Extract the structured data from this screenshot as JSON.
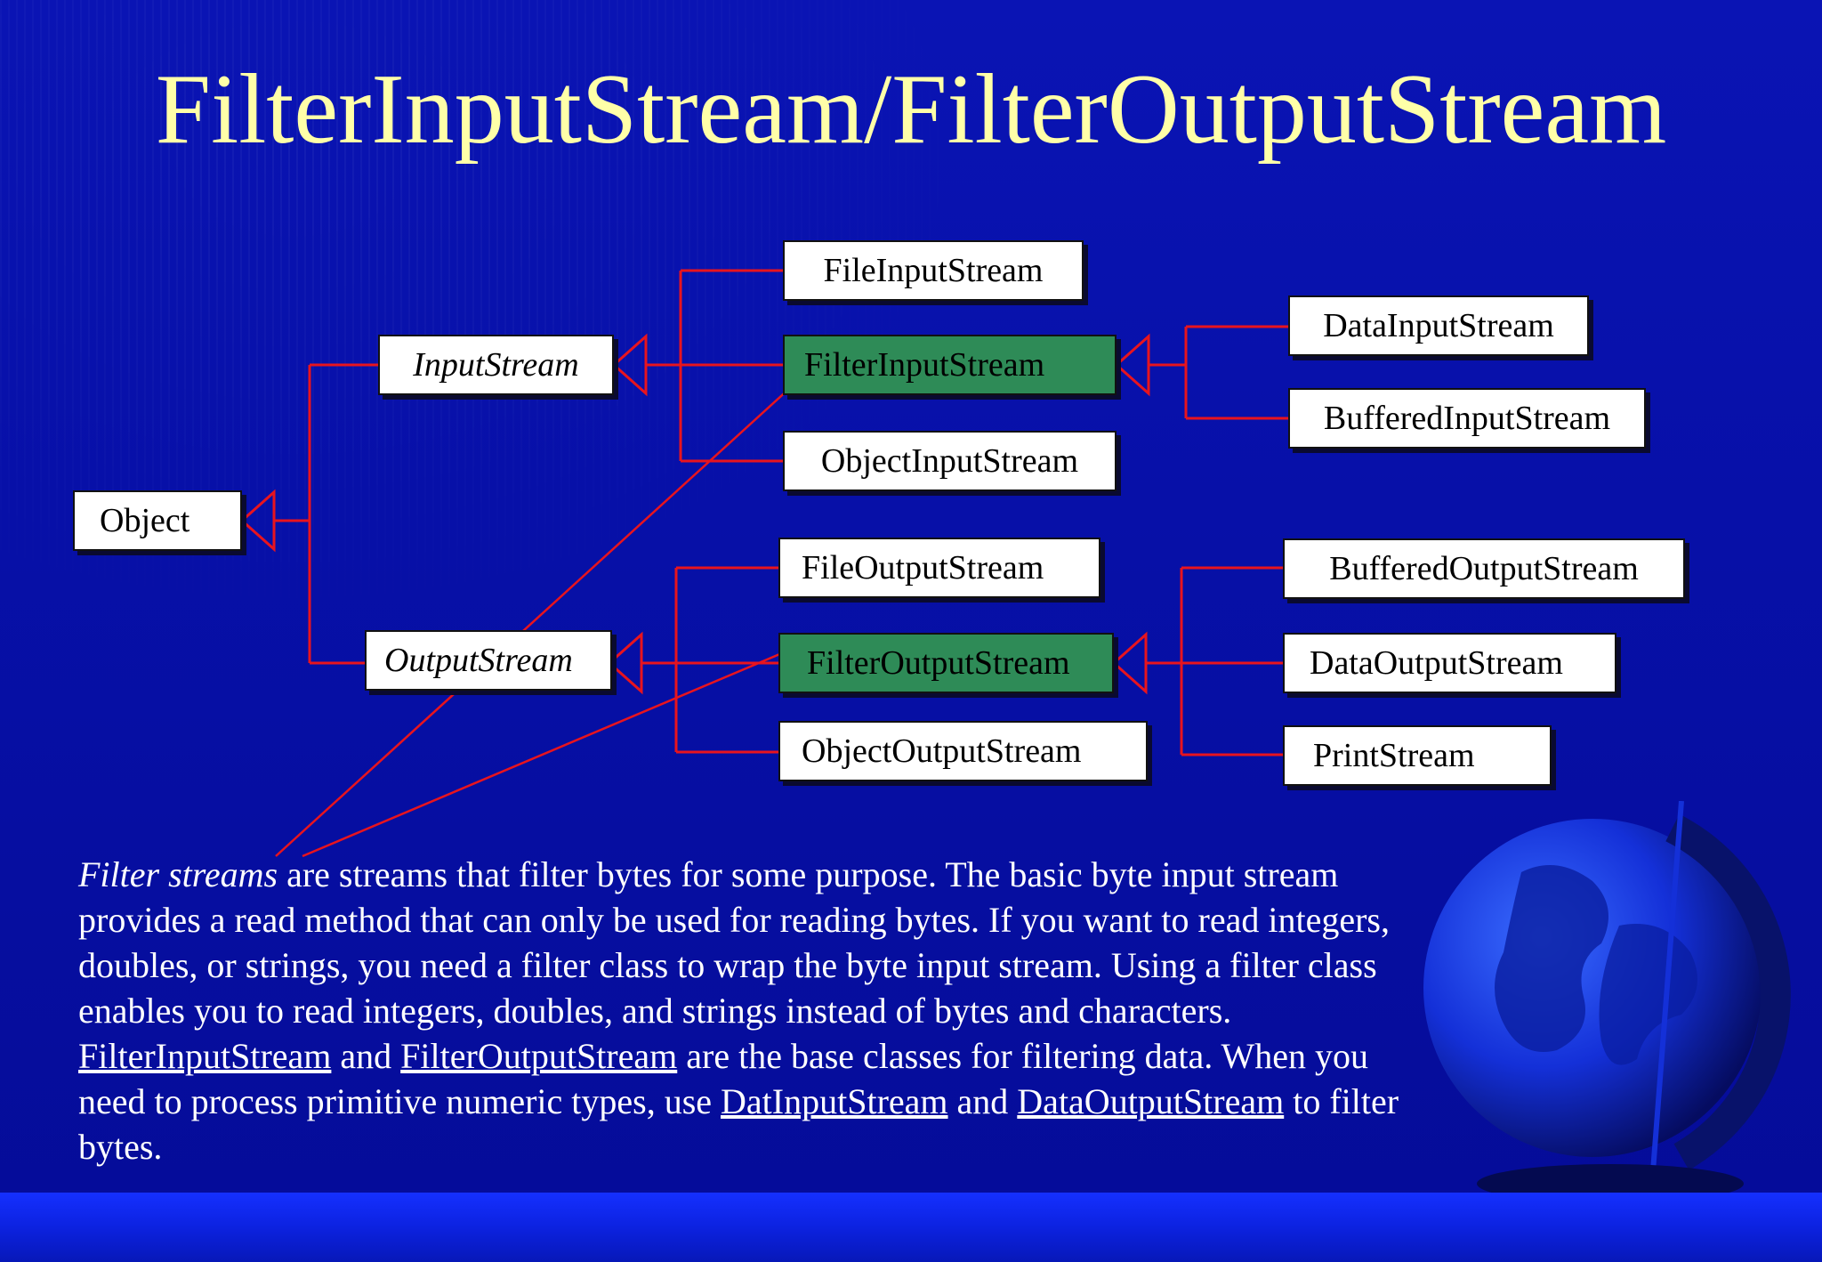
{
  "slide": {
    "title": "FilterInputStream/FilterOutputStream"
  },
  "diagram": {
    "nodes": {
      "object": "Object",
      "input_stream": "InputStream",
      "output_stream": "OutputStream",
      "file_input_stream": "FileInputStream",
      "filter_input_stream": "FilterInputStream",
      "object_input_stream": "ObjectInputStream",
      "data_input_stream": "DataInputStream",
      "buffered_input_stream": "BufferedInputStream",
      "file_output_stream": "FileOutputStream",
      "filter_output_stream": "FilterOutputStream",
      "object_output_stream": "ObjectOutputStream",
      "buffered_output_stream": "BufferedOutputStream",
      "data_output_stream": "DataOutputStream",
      "print_stream": "PrintStream"
    },
    "colors": {
      "connector": "#e8141e",
      "highlight": "#2e8b57",
      "title": "#ffffa8"
    }
  },
  "description": {
    "l1_em": "Filter streams",
    "l1_rest": " are streams that filter bytes for some purpose. The basic byte input stream",
    "l2": "provides a read method that can only be used for reading bytes. If you want to read integers,",
    "l3": "doubles, or strings, you need a filter class to wrap the byte input stream. Using a filter class",
    "l4": "enables you to read integers, doubles, and strings instead of bytes and characters.",
    "l5_link1": "FilterInputStream",
    "l5_mid": " and ",
    "l5_link2": "FilterOutputStream",
    "l5_rest": " are the base classes for filtering data. When you",
    "l6_a": "need to process primitive numeric types, use ",
    "l6_link1": "DatInputStream",
    "l6_mid": " and ",
    "l6_link2": "DataOutputStream",
    "l6_rest": " to filter",
    "l7": "bytes."
  }
}
